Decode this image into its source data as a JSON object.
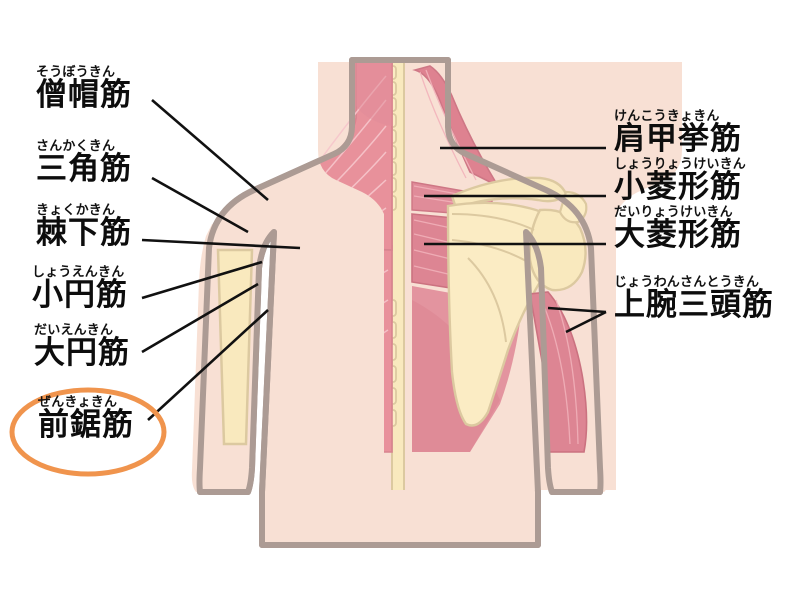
{
  "diagram": {
    "title_context": "背中・肩の筋肉図",
    "highlight_color": "#F0944D",
    "muscle_color": "#E8919B",
    "muscle_color_light": "#EEA3AC",
    "muscle_color_deep": "#DE7F8C",
    "bone_color": "#F7E6B8",
    "skin_color": "#F8E0D4",
    "skin_shadow": "#F2D2C4",
    "outline_color": "#AC9B94",
    "leader_color": "#111111",
    "background": "#FFFFFF"
  },
  "labels_left": [
    {
      "furigana": "そうぼうきん",
      "kanji": "僧帽筋",
      "name": "trapezius"
    },
    {
      "furigana": "さんかくきん",
      "kanji": "三角筋",
      "name": "deltoid"
    },
    {
      "furigana": "きょくかきん",
      "kanji": "棘下筋",
      "name": "infraspinatus"
    },
    {
      "furigana": "しょうえんきん",
      "kanji": "小円筋",
      "name": "teres-minor"
    },
    {
      "furigana": "だいえんきん",
      "kanji": "大円筋",
      "name": "teres-major"
    },
    {
      "furigana": "ぜんきょきん",
      "kanji": "前鋸筋",
      "name": "serratus-anterior",
      "highlighted": true
    }
  ],
  "labels_right": [
    {
      "furigana": "けんこうきょきん",
      "kanji": "肩甲挙筋",
      "name": "levator-scapulae"
    },
    {
      "furigana": "しょうりょうけいきん",
      "kanji": "小菱形筋",
      "name": "rhomboid-minor"
    },
    {
      "furigana": "だいりょうけいきん",
      "kanji": "大菱形筋",
      "name": "rhomboid-major"
    },
    {
      "furigana": "じょうわんさんとうきん",
      "kanji": "上腕三頭筋",
      "name": "triceps-brachii"
    }
  ]
}
